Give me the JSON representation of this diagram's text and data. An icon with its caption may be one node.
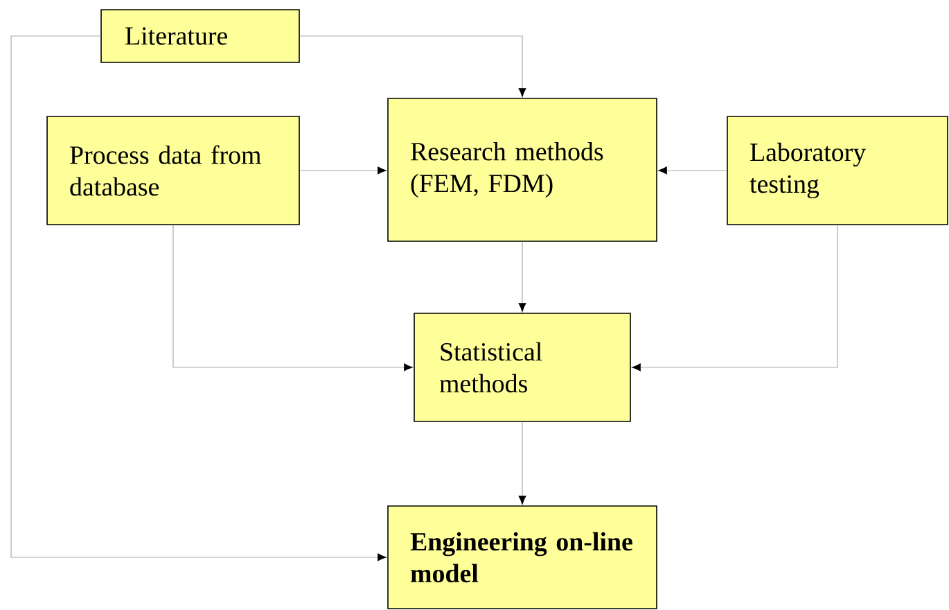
{
  "diagram": {
    "nodes": [
      {
        "text": [
          "Literature"
        ]
      },
      {
        "text": [
          "Process data from database"
        ]
      },
      {
        "text": [
          "Research methods (FEM, FDM)"
        ]
      },
      {
        "text": [
          "Laboratory testing"
        ]
      },
      {
        "text": [
          "Statistical methods"
        ]
      },
      {
        "text": [
          "Engineering on-line model"
        ]
      }
    ],
    "edges": [
      {
        "from": 0,
        "to": 2,
        "arrow": "to"
      },
      {
        "from": 1,
        "to": 2,
        "arrow": "to"
      },
      {
        "from": 3,
        "to": 2,
        "arrow": "to"
      },
      {
        "from": 2,
        "to": 4,
        "arrow": "to"
      },
      {
        "from": 1,
        "to": 4,
        "arrow": "to"
      },
      {
        "from": 3,
        "to": 4,
        "arrow": "to"
      },
      {
        "from": 4,
        "to": 5,
        "arrow": "to"
      },
      {
        "from": 0,
        "to": 5,
        "arrow": "to"
      }
    ]
  }
}
